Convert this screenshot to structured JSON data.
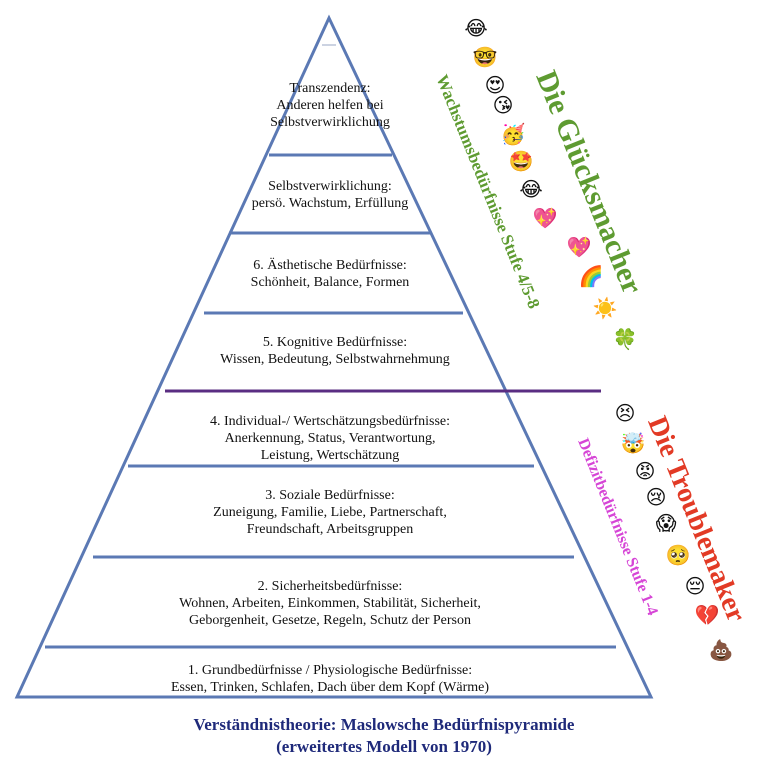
{
  "levels": [
    {
      "line1": "Transzendenz:",
      "line2": "Anderen helfen bei",
      "line3": "Selbstverwirklichung"
    },
    {
      "line1": "Selbstverwirklichung:",
      "line2": "persö. Wachstum, Erfüllung"
    },
    {
      "line1": "6. Ästhetische Bedürfnisse:",
      "line2": "Schönheit, Balance, Formen"
    },
    {
      "line1": "5. Kognitive Bedürfnisse:",
      "line2": "Wissen, Bedeutung, Selbstwahrnehmung"
    },
    {
      "line1": "4. Individual-/ Wertschätzungsbedürfnisse:",
      "line2": "Anerkennung, Status, Verantwortung,",
      "line3": "Leistung, Wertschätzung"
    },
    {
      "line1": "3. Soziale Bedürfnisse:",
      "line2": "Zuneigung, Familie, Liebe, Partnerschaft,",
      "line3": "Freundschaft, Arbeitsgruppen"
    },
    {
      "line1": "2. Sicherheitsbedürfnisse:",
      "line2": "Wohnen, Arbeiten, Einkommen, Stabilität, Sicherheit,",
      "line3": "Geborgenheit, Gesetze, Regeln, Schutz der Person"
    },
    {
      "line1": "1. Grundbedürfnisse / Physiologische Bedürfnisse:",
      "line2": "Essen, Trinken, Schlafen, Dach über dem Kopf  (Wärme)"
    }
  ],
  "gluecksmacher": {
    "title": "Die Glücksmacher",
    "subtitle": "Wachstumsbedürfnisse Stufe 4/5-8",
    "emojis": [
      "😂",
      "🤓",
      "😍",
      "😘",
      "🥳",
      "🤩",
      "😂",
      "💖",
      "💖",
      "🌈",
      "☀️",
      "🍀"
    ]
  },
  "troublemaker": {
    "title": "Die Troublemaker",
    "subtitle": "Defizitbedürfnisse Stufe 1-4",
    "emojis": [
      "😣",
      "🤯",
      "😡",
      "😢",
      "😱",
      "🥺",
      "😔",
      "💔",
      "💩"
    ]
  },
  "caption": {
    "line1": "Verständnistheorie: Maslowsche Bedürfnispyramide",
    "line2": "(erweitertes Modell von 1970)"
  },
  "colors": {
    "pyramid_outline": "#5b79b4",
    "divider_purple": "#5a2d82",
    "gluecksmacher": "#5e9b31",
    "troublemaker": "#e23a25",
    "defizit": "#d645d6",
    "caption": "#1f2a7a"
  }
}
